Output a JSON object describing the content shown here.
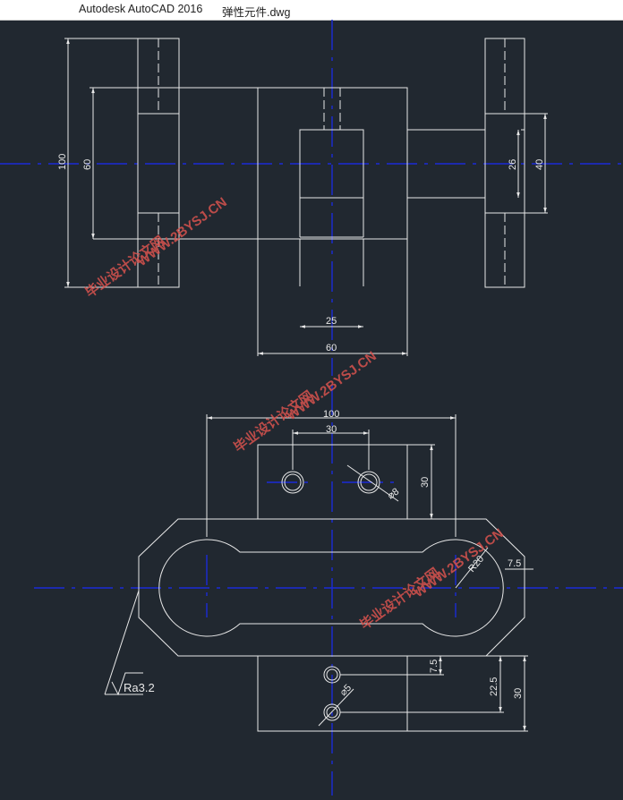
{
  "window": {
    "app_title": "Autodesk AutoCAD 2016",
    "file_name": "弹性元件.dwg"
  },
  "drawing": {
    "dimensions": {
      "top_overall_height": "100",
      "top_inner_height": "60",
      "top_right_inner": "26",
      "top_right_outer": "40",
      "top_center_width": "25",
      "top_bottom_width": "60",
      "front_overall_width": "100",
      "front_hole_spacing": "30",
      "front_hole_dia": "⌀8",
      "front_block_height": "30",
      "front_radius": "R20",
      "front_chamfer": "7.5",
      "bottom_small": "7.5",
      "bottom_mid": "22.5",
      "bottom_total": "30",
      "bottom_hole_dia": "⌀5"
    },
    "surface_roughness": "Ra3.2",
    "watermarks": [
      "毕业设计论文网",
      "WWW.2BYSJ.CN"
    ]
  },
  "colors": {
    "canvas_bg": "#212830",
    "line": "#e8e8e8",
    "center_line": "#1a2bd8",
    "watermark": "#d9534f"
  }
}
